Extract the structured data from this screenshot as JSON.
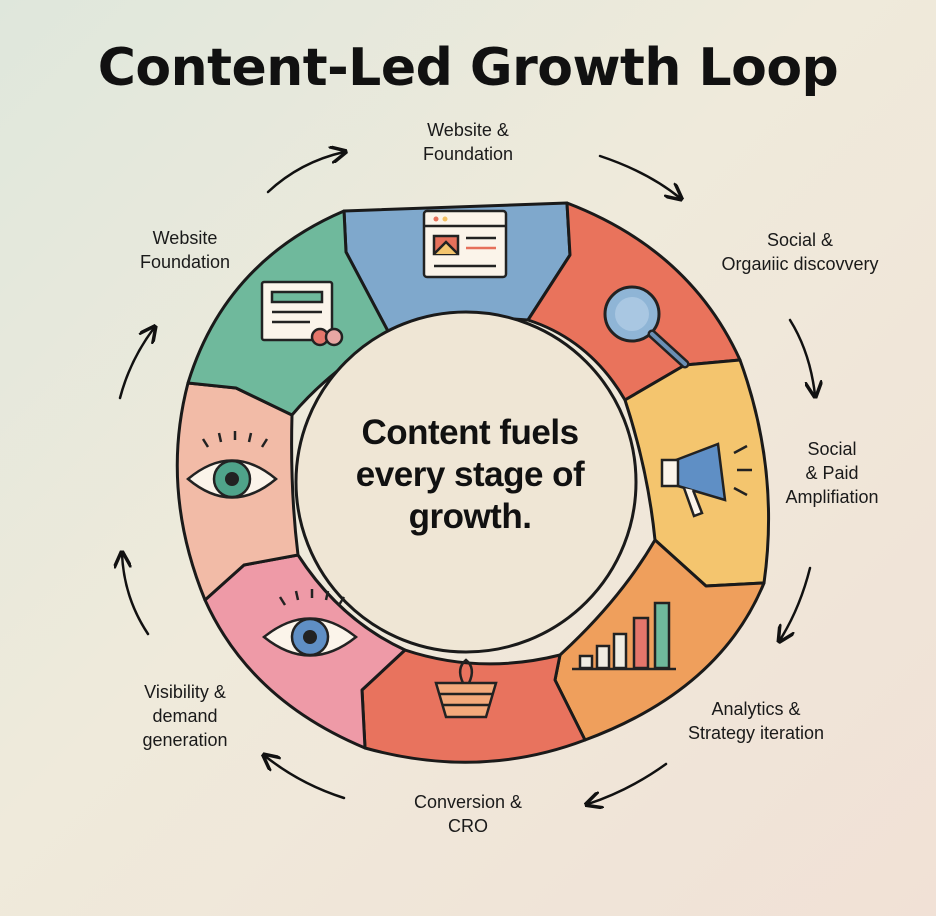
{
  "title": "Content-Led Growth Loop",
  "center": {
    "lines": [
      "Content fuels",
      "every stage of",
      "growth."
    ]
  },
  "stages": [
    {
      "lines": [
        "Website &",
        "Foundation"
      ],
      "icon": "browser-window-icon",
      "color": "#7fa8cc"
    },
    {
      "lines": [
        "Social  &",
        "Orgaᴎiic discovvery"
      ],
      "icon": "magnifier-icon",
      "color": "#e9735c"
    },
    {
      "lines": [
        "Social",
        "& Paid",
        "Amplifiation"
      ],
      "icon": "megaphone-icon",
      "color": "#f4c56e"
    },
    {
      "lines": [
        "Analytics &",
        "Strategy iteration"
      ],
      "icon": "bar-chart-icon",
      "color": "#ef9f5c"
    },
    {
      "lines": [
        "Conversion &",
        "CRO"
      ],
      "icon": "funnel-basket-icon",
      "color": "#e8735e"
    },
    {
      "lines": [
        "Visibility &",
        "demand",
        "generation"
      ],
      "icon": "eye-icon",
      "color": "#ee9aa7"
    },
    {
      "lines": [],
      "icon": "eye-icon",
      "color": "#f2bba7"
    },
    {
      "lines": [
        "Website",
        "Foundation"
      ],
      "icon": "document-card-icon",
      "color": "#6fb99c"
    }
  ]
}
